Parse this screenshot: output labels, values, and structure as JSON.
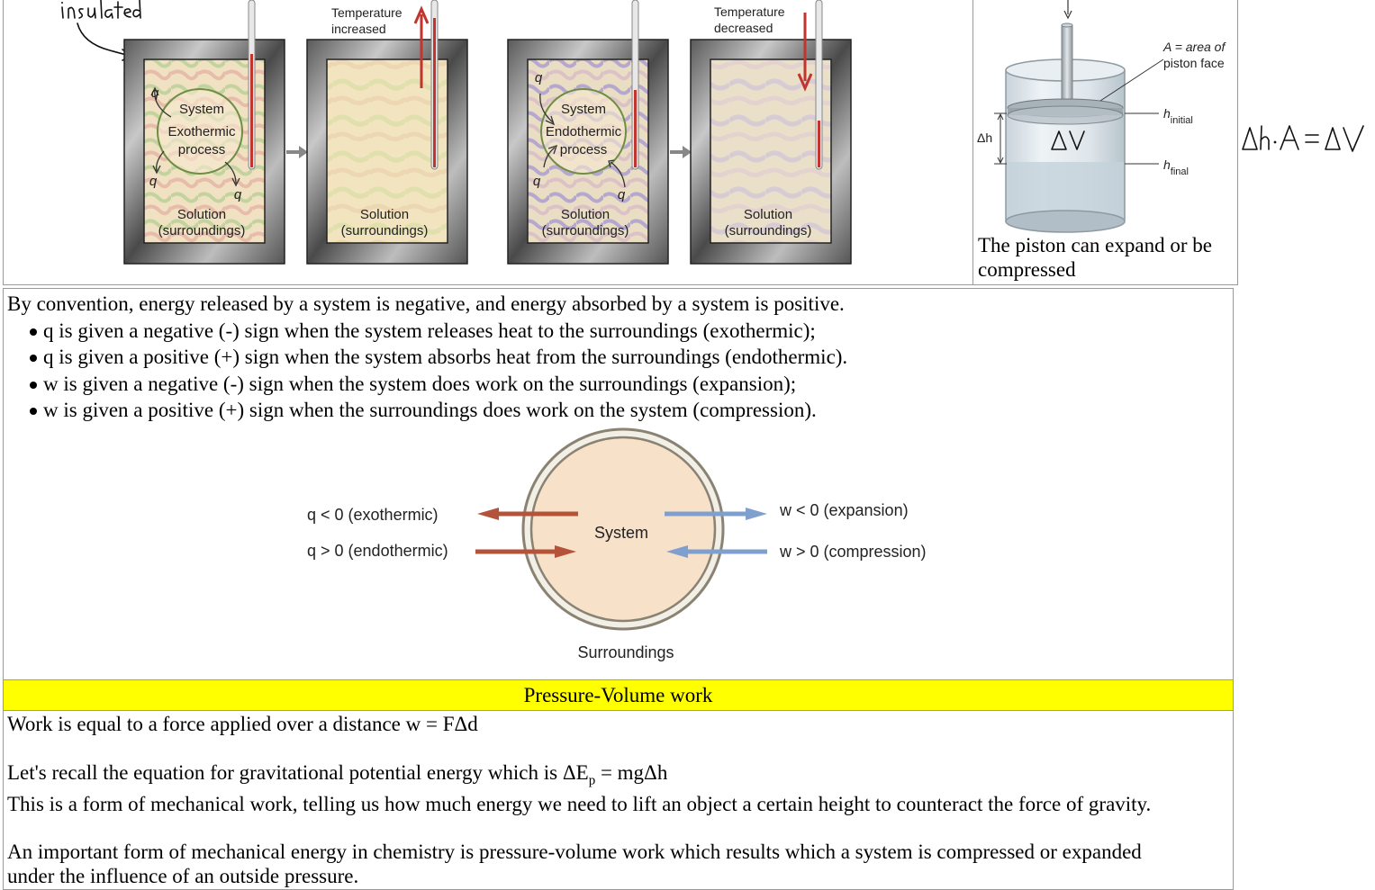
{
  "top_figure": {
    "handwritten_label": "insulated",
    "panels": [
      {
        "system_label": "System",
        "process_label": "Exothermic",
        "process_sub": "process",
        "solution_label": "Solution",
        "solution_sub": "(surroundings)",
        "heat_labels": [
          "q",
          "q",
          "q"
        ]
      },
      {
        "temp_label_1": "Temperature",
        "temp_label_2": "increased",
        "solution_label": "Solution",
        "solution_sub": "(surroundings)"
      },
      {
        "system_label": "System",
        "process_label": "Endothermic",
        "process_sub": "process",
        "solution_label": "Solution",
        "solution_sub": "(surroundings)",
        "heat_labels": [
          "q",
          "q",
          "q"
        ]
      },
      {
        "temp_label_1": "Temperature",
        "temp_label_2": "decreased",
        "solution_label": "Solution",
        "solution_sub": "(surroundings)"
      }
    ]
  },
  "piston_figure": {
    "area_label_1": "A = area of",
    "area_label_2": "piston face",
    "h_initial_main": "h",
    "h_initial_sub": "initial",
    "h_final_main": "h",
    "h_final_sub": "final",
    "dh_label": "Δh",
    "dv_handwritten": "ΔV",
    "caption": "The piston can expand or be compressed",
    "side_equation_handwritten": "Δh·A = ΔV"
  },
  "conventions": {
    "intro": "By convention, energy released by a system is negative, and energy absorbed by a system is positive.",
    "bullets": [
      "q is given a negative (-) sign when the system releases heat to the surroundings (exothermic);",
      "q is given a positive (+) sign when the system absorbs heat from the surroundings (endothermic).",
      "w is given a negative (-) sign when the system does work on the surroundings (expansion);",
      "w is given a positive (+) sign when the surroundings does work on the system (compression)."
    ]
  },
  "sign_diagram": {
    "system_label": "System",
    "surroundings_label": "Surroundings",
    "q_neg": "q < 0 (exothermic)",
    "q_pos": "q > 0 (endothermic)",
    "w_neg": "w < 0 (expansion)",
    "w_pos": "w > 0 (compression)",
    "colors": {
      "heat_arrow": "#b5533a",
      "work_arrow": "#7f9fcf",
      "system_fill": "#f8e1c9",
      "ring": "#8a8272"
    }
  },
  "pv_section": {
    "header": "Pressure-Volume work",
    "line1": "Work is equal to a force applied over a distance w = FΔd",
    "line2_prefix": "Let's recall the equation for gravitational potential energy which is ΔE",
    "line2_sub": "p",
    "line2_suffix": " = mgΔh",
    "line3": "This is a form of mechanical work, telling us how much energy we need to lift an object a certain height to counteract the force of gravity.",
    "line4": "An important form of mechanical energy in chemistry is pressure-volume work which results which a system is compressed or expanded",
    "line5": "under the influence of an outside pressure."
  }
}
